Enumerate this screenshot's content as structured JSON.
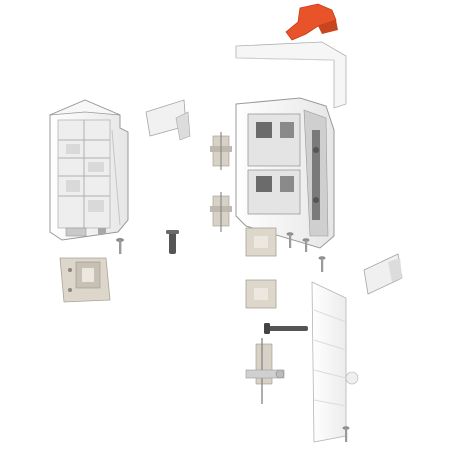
{
  "figure": {
    "type": "exploded-parts-view",
    "background": "#ffffff"
  },
  "colors": {
    "accent": "#e8532a",
    "plastic_white": "#f4f4f4",
    "plastic_shade": "#d9d9d9",
    "plastic_edge": "#9a9a9a",
    "beige": "#d8d1c6",
    "dark_grey": "#555555",
    "metal": "#8c8c8c"
  },
  "parts": [
    {
      "id": "left-housing",
      "icon": "housing-shell"
    },
    {
      "id": "left-mounting-plate",
      "icon": "mounting-plate"
    },
    {
      "id": "screw",
      "icon": "screw"
    },
    {
      "id": "dark-pin",
      "icon": "pin"
    },
    {
      "id": "small-bracket-top",
      "icon": "bracket"
    },
    {
      "id": "hinge-clip-upper",
      "icon": "clip"
    },
    {
      "id": "hinge-clip-lower",
      "icon": "clip"
    },
    {
      "id": "mechanism-housing",
      "icon": "mechanism"
    },
    {
      "id": "cover-strip",
      "icon": "cover"
    },
    {
      "id": "orange-clip",
      "icon": "orange-clip"
    },
    {
      "id": "plate-upper",
      "icon": "mounting-plate"
    },
    {
      "id": "plate-lower",
      "icon": "mounting-plate"
    },
    {
      "id": "front-panel",
      "icon": "panel"
    },
    {
      "id": "side-bracket-right",
      "icon": "bracket"
    },
    {
      "id": "lever-mechanism",
      "icon": "lever"
    },
    {
      "id": "bottom-screw",
      "icon": "screw"
    }
  ]
}
